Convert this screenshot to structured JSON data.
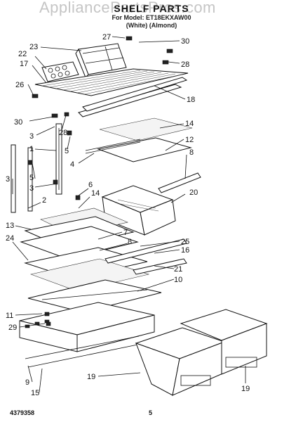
{
  "watermark": "AppliancePartsPros.com",
  "title": "SHELF PARTS",
  "subtitle": "For Model: ET18EKXAW00",
  "color_note": "(White)   (Almond)",
  "footer": {
    "page_code": "4379358",
    "page_number": "5"
  },
  "callouts": [
    "27",
    "30",
    "23",
    "22",
    "28",
    "17",
    "26",
    "18",
    "30",
    "28",
    "14",
    "3",
    "12",
    "5",
    "1",
    "4",
    "8",
    "3",
    "5",
    "6",
    "14",
    "20",
    "3",
    "2",
    "13",
    "7",
    "24",
    "25",
    "8",
    "16",
    "21",
    "10",
    "11",
    "29",
    "9",
    "19",
    "15",
    "19"
  ]
}
